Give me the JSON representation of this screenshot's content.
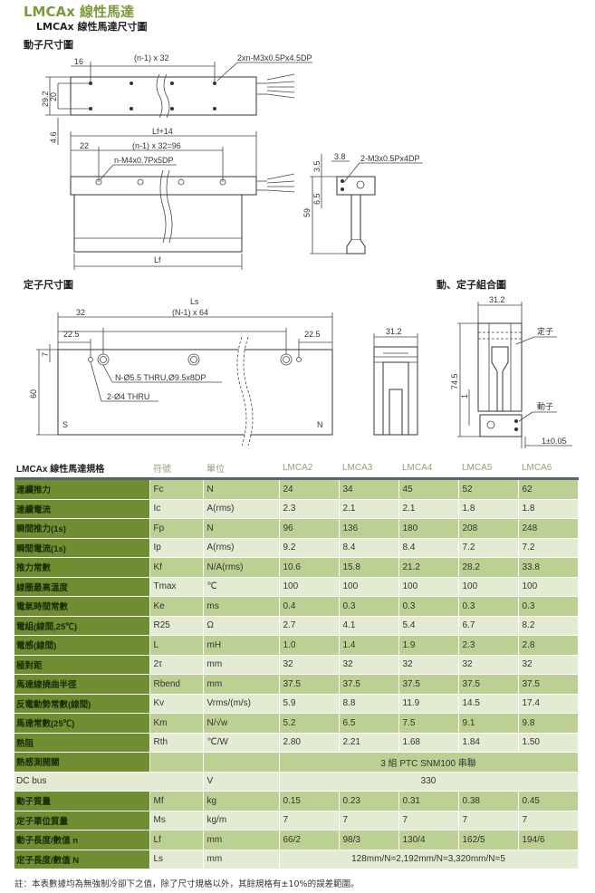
{
  "titles": {
    "main": "LMCAx 線性馬達",
    "sub": "LMCAx 線性馬達尺寸圖",
    "mover": "動子尺寸圖",
    "stator": "定子尺寸圖",
    "assembly": "動、定子組合圖"
  },
  "mover_drawing": {
    "d16": "16",
    "pitch": "(n-1) x 32",
    "holes_top": "2xn-M3x0.5Px4.5DP",
    "h29": "29.2",
    "h20": "20",
    "h46": "4.6",
    "lf14": "Lf+14",
    "d22": "22",
    "pitch96": "(n-1) x 32=96",
    "holes_side": "n-M4x0.7Px5DP",
    "lf": "Lf",
    "d35": "3.5",
    "d38": "3.8",
    "holes_end": "2-M3x0.5Px4DP",
    "d65": "6.5",
    "d59": "59"
  },
  "stator_drawing": {
    "ls": "Ls",
    "d32": "32",
    "pitch": "(N-1) x 64",
    "d225a": "22.5",
    "d225b": "22.5",
    "d7": "7",
    "d60": "60",
    "hole1": "N-Ø5.5 THRU,Ø9.5x8DP",
    "hole2": "2-Ø4 THRU",
    "s": "S",
    "n": "N",
    "w312": "31.2"
  },
  "assembly_drawing": {
    "w312": "31.2",
    "h745": "74.5",
    "d1": "1",
    "stator_label": "定子",
    "mover_label": "動子",
    "gap": "1±0.05"
  },
  "table": {
    "headers": [
      "LMCAx 線性馬達規格",
      "符號",
      "單位",
      "LMCA2",
      "LMCA3",
      "LMCA4",
      "LMCA5",
      "LMCA6"
    ],
    "rows": [
      {
        "label": "連續推力",
        "sym": "Fc",
        "unit": "N",
        "v": [
          "24",
          "34",
          "45",
          "52",
          "62"
        ]
      },
      {
        "label": "連續電流",
        "sym": "Ic",
        "unit": "A(rms)",
        "v": [
          "2.3",
          "2.1",
          "2.1",
          "1.8",
          "1.8"
        ]
      },
      {
        "label": "瞬間推力(1s)",
        "sym": "Fp",
        "unit": "N",
        "v": [
          "96",
          "136",
          "180",
          "208",
          "248"
        ]
      },
      {
        "label": "瞬間電流(1s)",
        "sym": "Ip",
        "unit": "A(rms)",
        "v": [
          "9.2",
          "8.4",
          "8.4",
          "7.2",
          "7.2"
        ]
      },
      {
        "label": "推力常數",
        "sym": "Kf",
        "unit": "N/A(rms)",
        "v": [
          "10.6",
          "15.8",
          "21.2",
          "28.2",
          "33.8"
        ]
      },
      {
        "label": "線圈最高溫度",
        "sym": "Tmax",
        "unit": "℃",
        "v": [
          "100",
          "100",
          "100",
          "100",
          "100"
        ]
      },
      {
        "label": "電氣時間常數",
        "sym": "Ke",
        "unit": "ms",
        "v": [
          "0.4",
          "0.3",
          "0.3",
          "0.3",
          "0.3"
        ]
      },
      {
        "label": "電組(線間,25℃)",
        "sym": "R25",
        "unit": "Ω",
        "v": [
          "2.7",
          "4.1",
          "5.4",
          "6.7",
          "8.2"
        ]
      },
      {
        "label": "電感(線間)",
        "sym": "L",
        "unit": "mH",
        "v": [
          "1.0",
          "1.4",
          "1.9",
          "2.3",
          "2.8"
        ]
      },
      {
        "label": "極對距",
        "sym": "2τ",
        "unit": "mm",
        "v": [
          "32",
          "32",
          "32",
          "32",
          "32"
        ]
      },
      {
        "label": "馬達線撓曲半徑",
        "sym": "Rbend",
        "unit": "mm",
        "v": [
          "37.5",
          "37.5",
          "37.5",
          "37.5",
          "37.5"
        ]
      },
      {
        "label": "反電動勢常數(線間)",
        "sym": "Kv",
        "unit": "Vrms/(m/s)",
        "v": [
          "5.9",
          "8.8",
          "11.9",
          "14.5",
          "17.4"
        ]
      },
      {
        "label": "馬達常數(25℃)",
        "sym": "Km",
        "unit": "N/√w",
        "v": [
          "5.2",
          "6.5",
          "7.5",
          "9.1",
          "9.8"
        ]
      },
      {
        "label": "熱阻",
        "sym": "Rth",
        "unit": "℃/W",
        "v": [
          "2.80",
          "2.21",
          "1.68",
          "1.84",
          "1.50"
        ]
      }
    ],
    "thermal_switch": {
      "label": "熱感測開關",
      "value": "3 組  PTC SNM100  串聯"
    },
    "dc_bus": {
      "label": "DC bus",
      "unit": "V",
      "value": "330"
    },
    "rows2": [
      {
        "label": "動子質量",
        "sym": "Mf",
        "unit": "kg",
        "v": [
          "0.15",
          "0.23",
          "0.31",
          "0.38",
          "0.45"
        ]
      },
      {
        "label": "定子單位質量",
        "sym": "Ms",
        "unit": "kg/m",
        "v": [
          "7",
          "7",
          "7",
          "7",
          "7"
        ]
      },
      {
        "label": "動子長度/數值 n",
        "sym": "Lf",
        "unit": "mm",
        "v": [
          "66/2",
          "98/3",
          "130/4",
          "162/5",
          "194/6"
        ]
      }
    ],
    "stator_len": {
      "label": "定子長度/數值 N",
      "sym": "Ls",
      "unit": "mm",
      "value": "128mm/N=2,192mm/N=3,320mm/N=5"
    }
  },
  "note": "註：本表數據均為無強制冷卻下之值，除了尺寸規格以外，其餘規格有±10%的誤差範圍。"
}
